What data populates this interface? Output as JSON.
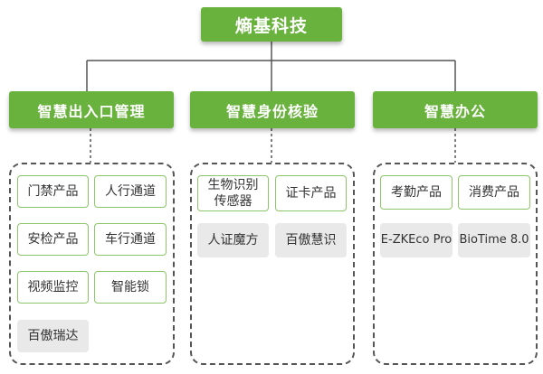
{
  "root": {
    "label": "熵基科技"
  },
  "categories": [
    {
      "label": "智慧出入口管理",
      "items": [
        {
          "label": "门禁产品",
          "style": "outlined"
        },
        {
          "label": "人行通道",
          "style": "outlined"
        },
        {
          "label": "安检产品",
          "style": "outlined"
        },
        {
          "label": "车行通道",
          "style": "outlined"
        },
        {
          "label": "视频监控",
          "style": "outlined"
        },
        {
          "label": "智能锁",
          "style": "outlined"
        },
        {
          "label": "百傲瑞达",
          "style": "gray"
        }
      ]
    },
    {
      "label": "智慧身份核验",
      "items": [
        {
          "label": "生物识别\n传感器",
          "style": "outlined"
        },
        {
          "label": "证卡产品",
          "style": "outlined"
        },
        {
          "label": "人证魔方",
          "style": "gray"
        },
        {
          "label": "百傲慧识",
          "style": "gray"
        }
      ]
    },
    {
      "label": "智慧办公",
      "items": [
        {
          "label": "考勤产品",
          "style": "outlined"
        },
        {
          "label": "消费产品",
          "style": "outlined"
        },
        {
          "label": "E-ZKEco Pro",
          "style": "gray"
        },
        {
          "label": "BioTime 8.0",
          "style": "gray"
        }
      ]
    }
  ],
  "colors": {
    "primary_green": "#6ab23e",
    "item_border_green": "#8cc56a",
    "secondary_gray": "#e9e9e9",
    "connector": "#555555"
  }
}
